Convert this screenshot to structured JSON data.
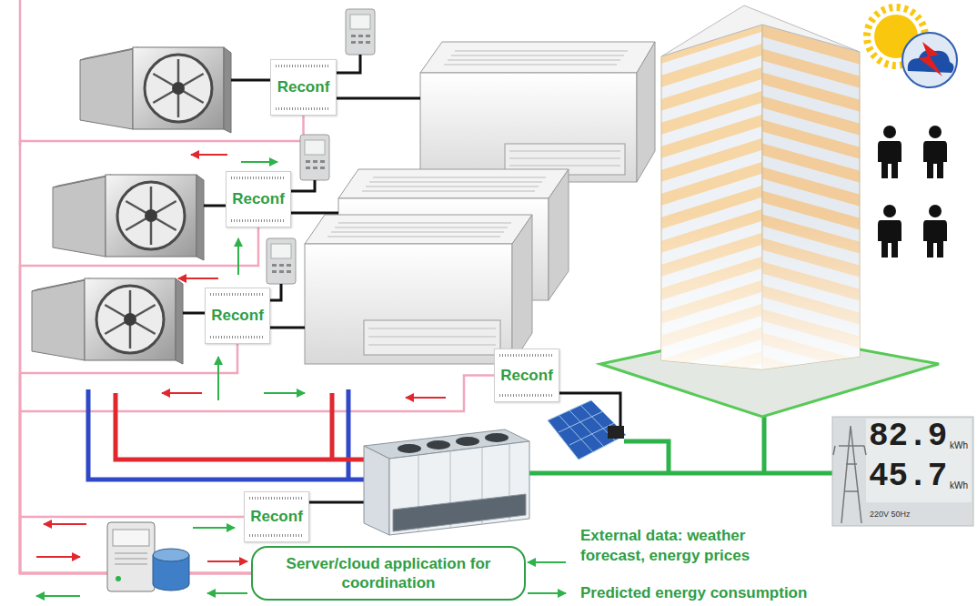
{
  "diagram": {
    "nodes": [
      {
        "text": [
          "Reconf"
        ]
      },
      {
        "text": [
          "Reconf"
        ]
      },
      {
        "text": [
          "Reconf"
        ]
      },
      {
        "text": [
          "Reconf"
        ]
      },
      {
        "text": [
          "Reconf"
        ]
      },
      {
        "text": [
          "Server/cloud application for coordination"
        ]
      }
    ],
    "edges": [
      {
        "from": 0,
        "to": 5,
        "arrow": "none"
      },
      {
        "from": 1,
        "to": 5,
        "arrow": "none"
      },
      {
        "from": 2,
        "to": 5,
        "arrow": "none"
      },
      {
        "from": 3,
        "to": 5,
        "arrow": "none"
      },
      {
        "from": 4,
        "to": 5,
        "arrow": "none"
      }
    ],
    "labels": [
      "82.9",
      "kWh",
      "45.7",
      "kWh",
      "220V 50Hz",
      "External data: weather forecast, energy prices",
      "Predicted energy consumption"
    ]
  }
}
